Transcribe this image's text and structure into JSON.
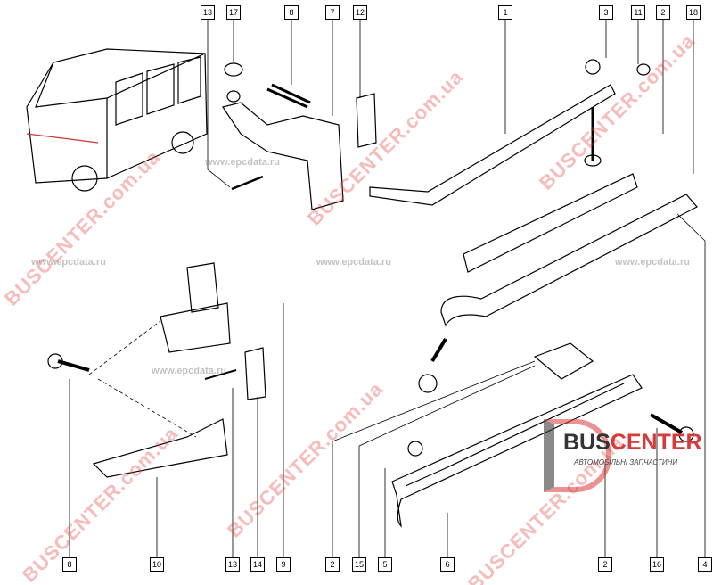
{
  "diagram": {
    "top_callouts": [
      "13",
      "17",
      "8",
      "7",
      "12",
      "1",
      "3",
      "11",
      "2",
      "18"
    ],
    "bottom_callouts": [
      "8",
      "10",
      "13",
      "14",
      "9",
      "2",
      "15",
      "5",
      "6",
      "2",
      "16",
      "4"
    ]
  },
  "watermarks": {
    "site_red": "BUSCENTER.com.ua",
    "site_grey": "www.epcdata.ru"
  },
  "logo": {
    "brand_part1": "BUS",
    "brand_part2": "CENTER",
    "tagline": "АВТОМОБІЛЬНІ ЗАПЧАСТИНИ"
  }
}
